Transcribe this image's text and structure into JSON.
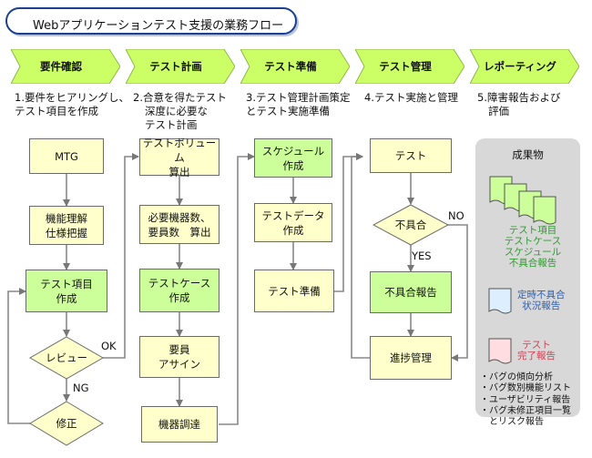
{
  "title": "Webアプリケーションテスト支援の業務フロー",
  "phases": [
    "要件確認",
    "テスト計画",
    "テスト準備",
    "テスト管理",
    "レポーティング"
  ],
  "descriptions": [
    [
      "1.要件をヒアリングし、",
      "テスト項目を作成"
    ],
    [
      "2.合意を得たテスト",
      "深度に必要な",
      "テスト計画"
    ],
    [
      "3.テスト管理計画策定",
      "とテスト実施準備"
    ],
    [
      "4.テスト実施と管理"
    ],
    [
      "5.障害報告および",
      "評価"
    ]
  ],
  "nodes": {
    "mtg": [
      "MTG"
    ],
    "spec": [
      "機能理解",
      "仕様把握"
    ],
    "test_items": [
      "テスト項目",
      "作成"
    ],
    "review": [
      "レビュー"
    ],
    "fix": [
      "修正"
    ],
    "volume": [
      "テストボリューム",
      "算出"
    ],
    "equipment": [
      "必要機器数、",
      "要員数　算出"
    ],
    "testcase": [
      "テストケース",
      "作成"
    ],
    "assign": [
      "要員",
      "アサイン"
    ],
    "procure": [
      "機器調達"
    ],
    "schedule": [
      "スケジュール",
      "作成"
    ],
    "testdata": [
      "テストデータ",
      "作成"
    ],
    "prep": [
      "テスト準備"
    ],
    "test": [
      "テスト"
    ],
    "defect": [
      "不具合"
    ],
    "defect_report": [
      "不具合報告"
    ],
    "progress": [
      "進捗管理"
    ]
  },
  "edge_labels": {
    "ok": "OK",
    "ng": "NG",
    "no": "NO",
    "yes": "YES"
  },
  "deliverables": {
    "title": "成果物",
    "group1": [
      "テスト項目",
      "テストケース",
      "スケジュール",
      "不具合報告"
    ],
    "group2": [
      "定時不具合",
      "状況報告"
    ],
    "group3": [
      "テスト",
      "完了報告"
    ],
    "notes": [
      "・バグの傾向分析",
      "・バグ数別機能リスト",
      "・ユーザビリティ報告",
      "・バグ未修正項目一覧",
      "　とリスク報告"
    ]
  },
  "colors": {
    "phase_green": "#ccff66",
    "yellow_box": "#ffffcc",
    "green_box": "#ccff99",
    "title_border": "#1c3f8f",
    "group1_text": "#2e9a2e",
    "group2_text": "#2f5fb0",
    "group3_text": "#d04050"
  }
}
